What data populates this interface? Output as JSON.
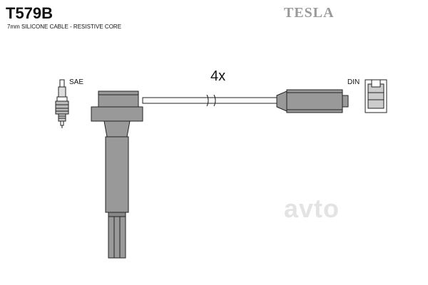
{
  "header": {
    "part_number": "T579B",
    "description": "7mm SILICONE CABLE - RESISTIVE CORE",
    "brand": "TESLA"
  },
  "diagram": {
    "quantity_label": "4x",
    "left_connector_label": "SAE",
    "right_connector_label": "DIN"
  },
  "watermark": {
    "text": "avto"
  },
  "colors": {
    "part_fill": "#999999",
    "outline": "#222222",
    "brand_gray": "#9a9a9a"
  }
}
